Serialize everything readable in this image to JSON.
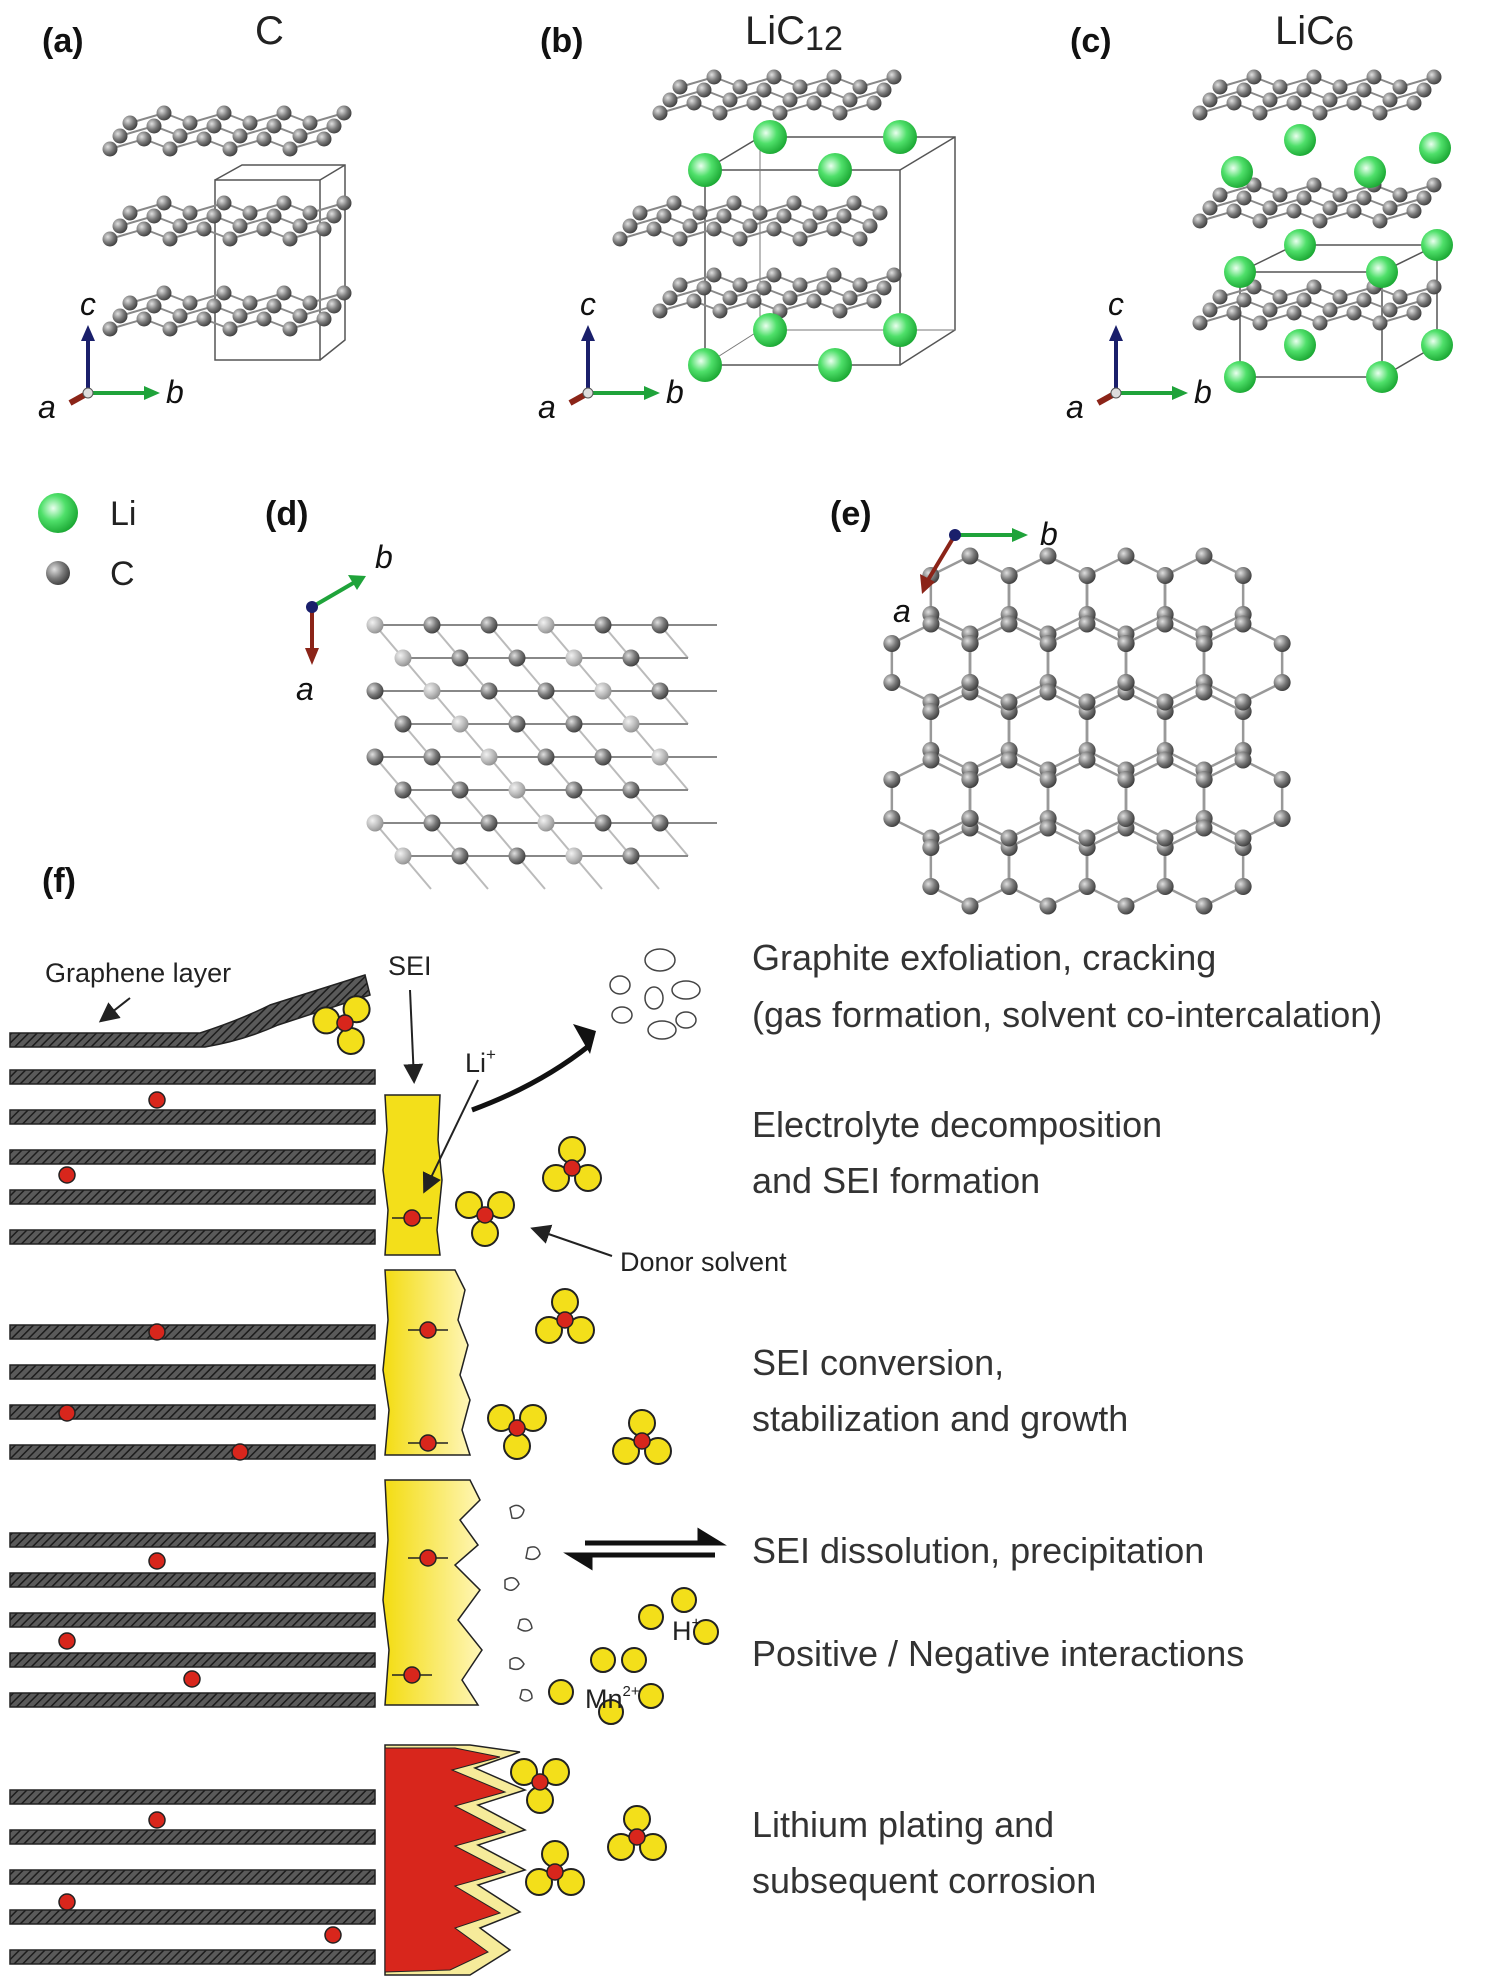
{
  "panels": {
    "a": {
      "label": "(a)",
      "title": "C"
    },
    "b": {
      "label": "(b)",
      "title_main": "LiC",
      "title_sub": "12"
    },
    "c": {
      "label": "(c)",
      "title_main": "LiC",
      "title_sub": "6"
    },
    "d": {
      "label": "(d)"
    },
    "e": {
      "label": "(e)"
    },
    "f": {
      "label": "(f)"
    }
  },
  "axes": {
    "a": "a",
    "b": "b",
    "c": "c"
  },
  "legend": {
    "li": "Li",
    "c": "C"
  },
  "panel_f": {
    "graphene_layer": "Graphene layer",
    "sei": "SEI",
    "li_plus": "Li",
    "li_plus_sup": "+",
    "donor_solvent": "Donor solvent",
    "h_plus": "H",
    "h_plus_sup": "+",
    "mn": "Mn",
    "mn_sup": "2+",
    "descriptions": [
      "Graphite exfoliation, cracking",
      "(gas formation, solvent co-intercalation)",
      "Electrolyte decomposition",
      "and SEI formation",
      "SEI conversion,",
      "stabilization and growth",
      "SEI dissolution, precipitation",
      "Positive / Negative interactions",
      "Lithium plating and",
      "subsequent corrosion"
    ]
  },
  "colors": {
    "li_atom": "#2ec94a",
    "carbon_atom": "#7a7a7a",
    "sei_yellow": "#f3df1a",
    "lithium_red": "#d8261c",
    "axis_a": "#8b2418",
    "axis_b": "#1fa33a",
    "axis_c": "#1a1f6b"
  }
}
